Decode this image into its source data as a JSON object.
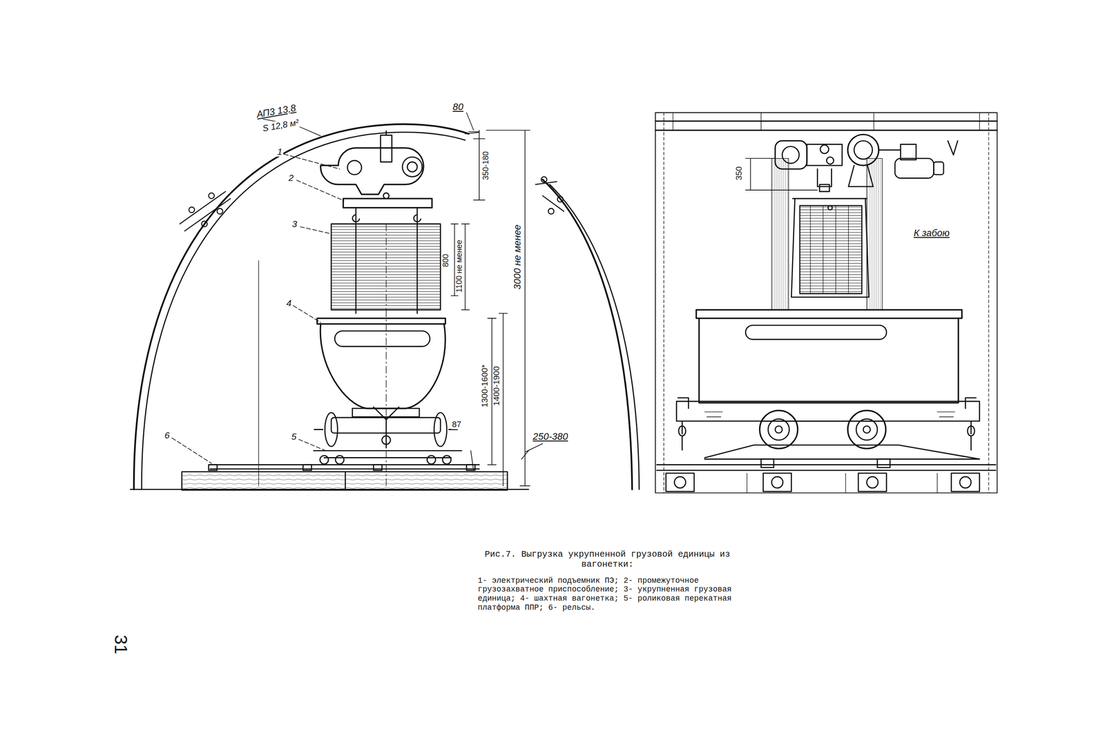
{
  "diagram": {
    "caption": "Рис.7. Выгрузка укрупненной грузовой единицы из вагонетки:",
    "labels": [
      "АП3 13,8",
      "S 12,8 м²",
      "80",
      "1",
      "2",
      "3",
      "4",
      "5",
      "6",
      "350-180",
      "800",
      "1100 не менее",
      "3000 не менее",
      "1300-1600*",
      "1400-1900",
      "87",
      "250-380",
      "350",
      "К забою",
      "1- электрический подъемник ПЭ; 2- промежуточное грузозахватное приспособление; 3- укрупненная грузовая единица; 4- шахтная вагонетка; 5- роликовая перекатная платформа ППР; 6- рельсы.",
      "31"
    ]
  }
}
